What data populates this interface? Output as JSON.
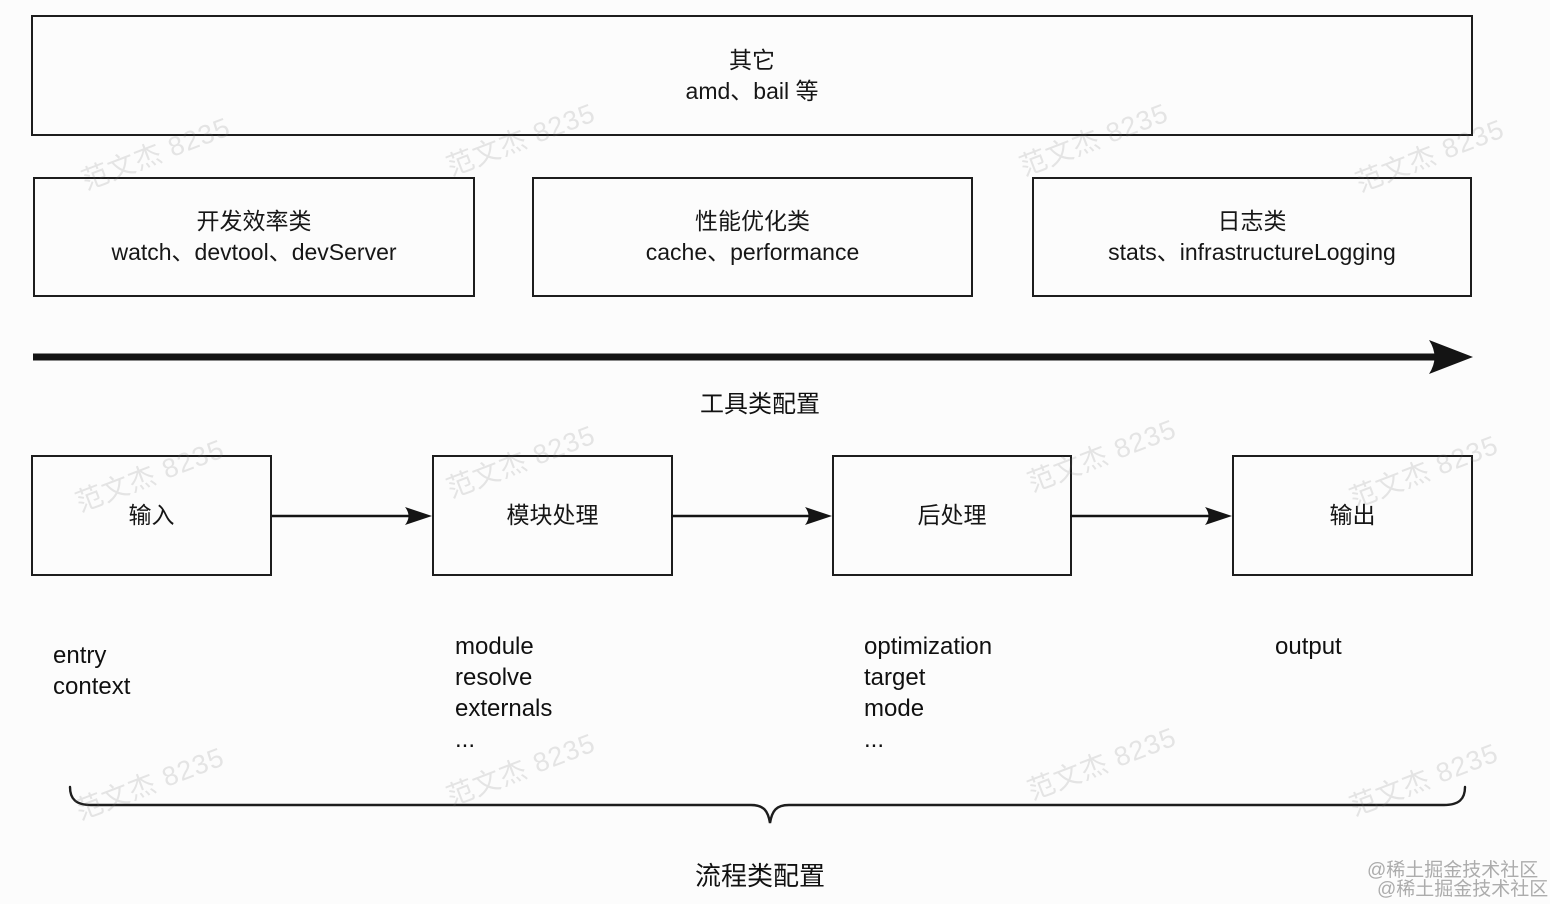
{
  "page": {
    "background_color": "#fcfcfc",
    "ink_color": "#1d1d1d",
    "watermark_color": "#bdbdbd"
  },
  "other_box": {
    "title": "其它",
    "subtitle": "amd、bail 等"
  },
  "category_boxes": [
    {
      "title": "开发效率类",
      "subtitle": "watch、devtool、devServer"
    },
    {
      "title": "性能优化类",
      "subtitle": "cache、performance"
    },
    {
      "title": "日志类",
      "subtitle": "stats、infrastructureLogging"
    }
  ],
  "tool_axis": {
    "label": "工具类配置"
  },
  "flow": {
    "stages": [
      {
        "label": "输入",
        "options": [
          "entry",
          "context"
        ]
      },
      {
        "label": "模块处理",
        "options": [
          "module",
          "resolve",
          "externals",
          "..."
        ]
      },
      {
        "label": "后处理",
        "options": [
          "optimization",
          "target",
          "mode",
          "..."
        ]
      },
      {
        "label": "输出",
        "options": [
          "output"
        ]
      }
    ],
    "brace_label": "流程类配置"
  },
  "watermarks": {
    "diagonal": "范文杰 8235",
    "site": "@稀土掘金技术社区"
  }
}
